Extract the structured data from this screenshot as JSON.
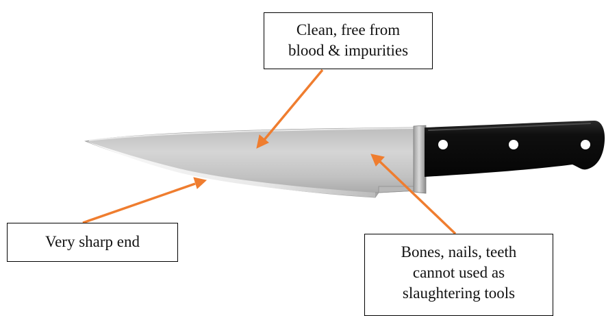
{
  "colors": {
    "arrow": "#ef7d2f",
    "box_border": "#000000",
    "text": "#111111",
    "blade_light": "#f2f2f2",
    "blade_mid": "#c8c8c8",
    "blade_dark": "#8f8f8f",
    "handle": "#111111",
    "rivet": "#ffffff"
  },
  "image": {
    "subject": "chef-knife-icon"
  },
  "labels": {
    "clean": {
      "lines": [
        "Clean, free from",
        "blood & impurities"
      ]
    },
    "sharp": {
      "lines": [
        "Very sharp end"
      ]
    },
    "bones": {
      "lines": [
        "Bones, nails, teeth",
        "cannot used as",
        "slaughtering tools"
      ]
    }
  }
}
